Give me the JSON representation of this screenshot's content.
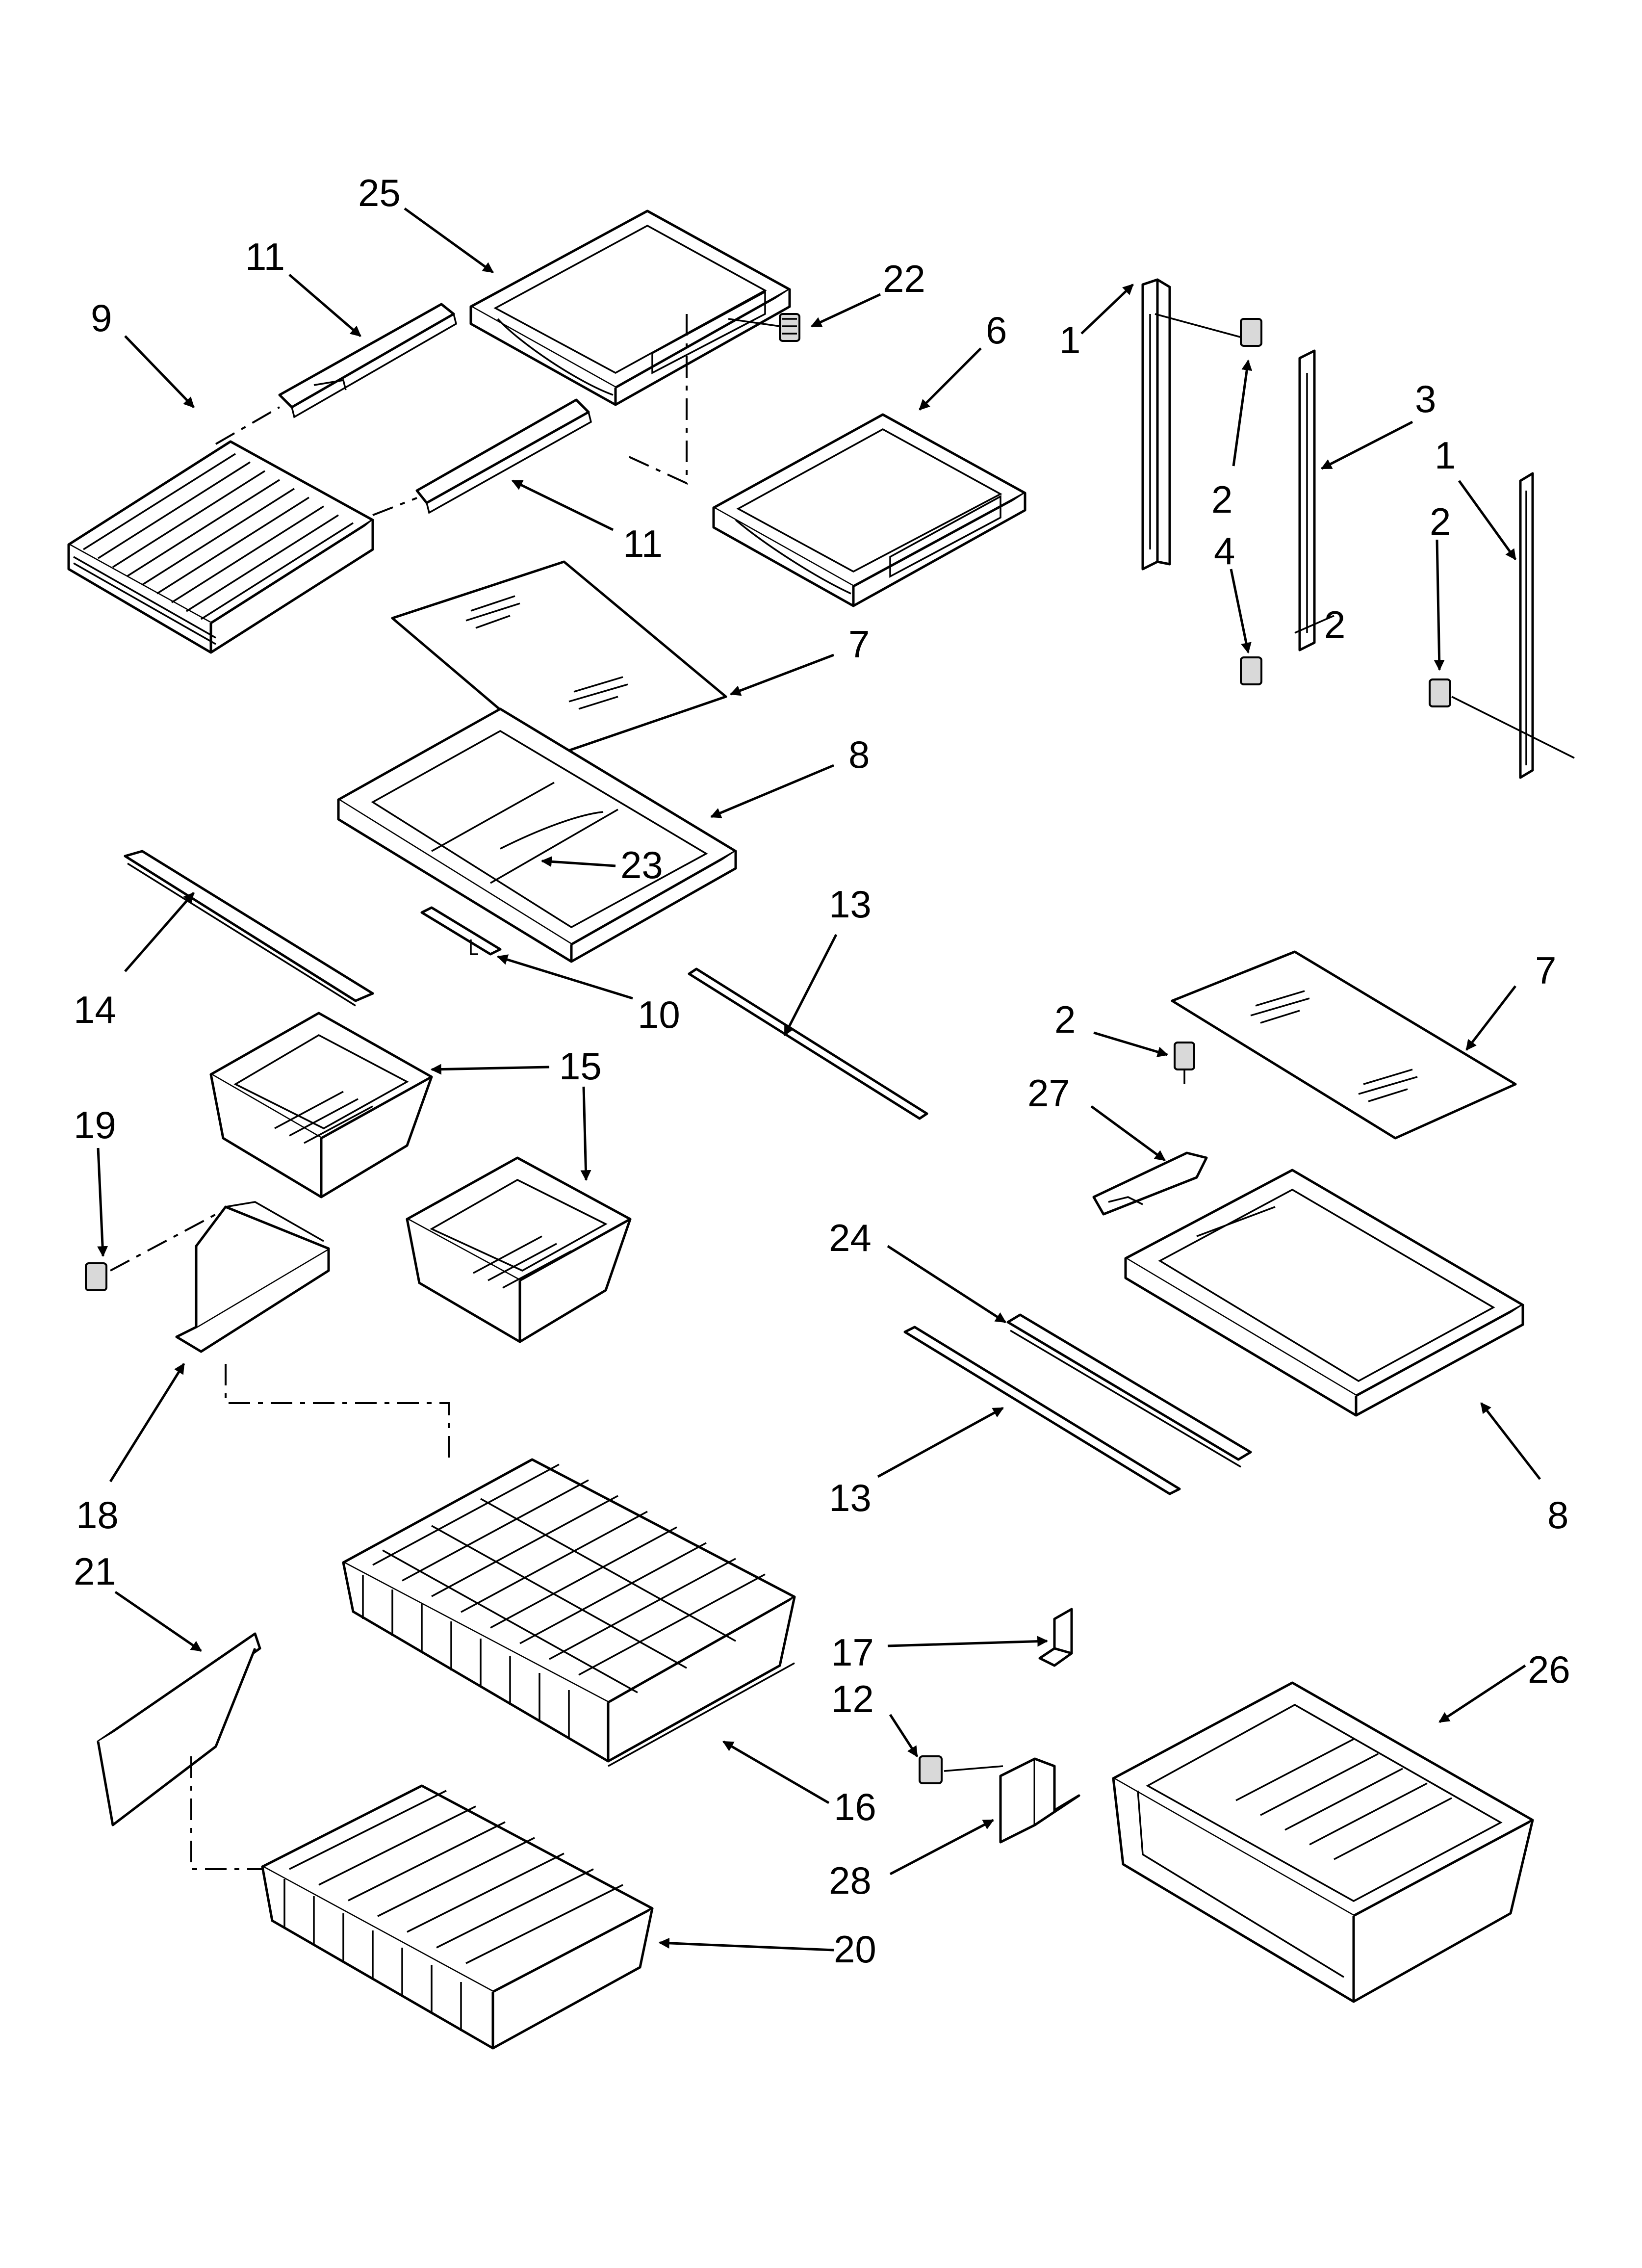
{
  "callouts": [
    "25",
    "11",
    "22",
    "6",
    "9",
    "11",
    "1",
    "3",
    "2",
    "1",
    "2",
    "4",
    "2",
    "7",
    "8",
    "23",
    "13",
    "14",
    "10",
    "7",
    "2",
    "15",
    "27",
    "19",
    "24",
    "18",
    "13",
    "8",
    "21",
    "17",
    "26",
    "12",
    "16",
    "28",
    "20"
  ],
  "colors": {
    "ink": "#000000",
    "paper": "#ffffff",
    "shade": "#d9d9d9"
  }
}
